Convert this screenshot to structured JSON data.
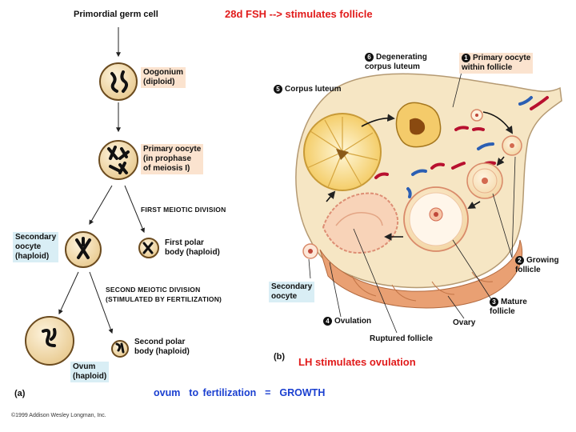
{
  "header": {
    "fsh_note": "28d FSH --> stimulates follicle",
    "lh_note": "LH stimulates ovulation",
    "growth_note": "ovum  to fertilization  =  GROWTH",
    "copyright": "©1999 Addison Wesley Longman, Inc."
  },
  "panel_a": {
    "label": "(a)",
    "primordial": "Primordial germ cell",
    "oogonium": "Oogonium\n(diploid)",
    "primary_oocyte": "Primary oocyte\n(in prophase\nof meiosis I)",
    "first_division": "FIRST MEIOTIC DIVISION",
    "secondary_oocyte": "Secondary\noocyte\n(haploid)",
    "first_polar": "First polar\nbody (haploid)",
    "second_division": "SECOND MEIOTIC DIVISION\n(STIMULATED BY FERTILIZATION)",
    "ovum": "Ovum\n(haploid)",
    "second_polar": "Second polar\nbody (haploid)"
  },
  "panel_b": {
    "label": "(b)",
    "step1_num": "1",
    "step1": "Primary oocyte\nwithin follicle",
    "step2_num": "2",
    "step2": "Growing\nfollicle",
    "step3_num": "3",
    "step3": "Mature\nfollicle",
    "step4_num": "4",
    "step4": "Ovulation",
    "step5_num": "5",
    "step5": "Corpus luteum",
    "step6_num": "6",
    "step6": "Degenerating\ncorpus luteum",
    "secondary_oocyte": "Secondary\noocyte",
    "ruptured": "Ruptured follicle",
    "ovary": "Ovary"
  },
  "colors": {
    "title_red": "#e11b1b",
    "growth_blue": "#1a3fd0",
    "peach_box": "#fbe3cf",
    "blue_box": "#d9eef5"
  }
}
